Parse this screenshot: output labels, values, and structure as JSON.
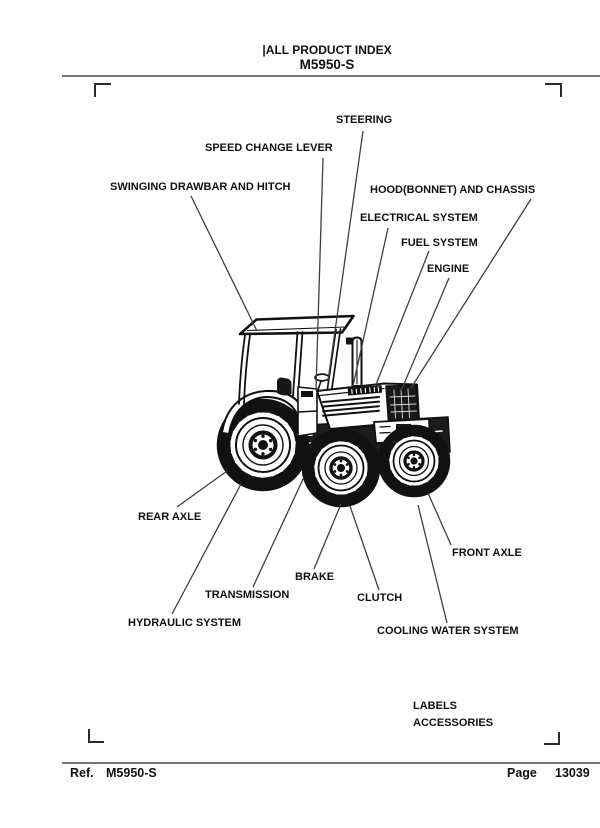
{
  "header": {
    "index_title": "|ALL PRODUCT INDEX",
    "model": "M5950-S"
  },
  "callouts": {
    "steering": "STEERING",
    "speed_change_lever": "SPEED CHANGE LEVER",
    "swinging_drawbar_and_hitch": "SWINGING DRAWBAR AND HITCH",
    "hood_bonnet_and_chassis": "HOOD(BONNET) AND CHASSIS",
    "electrical_system": "ELECTRICAL SYSTEM",
    "fuel_system": "FUEL SYSTEM",
    "engine": "ENGINE",
    "rear_axle": "REAR AXLE",
    "front_axle": "FRONT AXLE",
    "brake": "BRAKE",
    "transmission": "TRANSMISSION",
    "clutch": "CLUTCH",
    "hydraulic_system": "HYDRAULIC SYSTEM",
    "cooling_water_system": "COOLING WATER SYSTEM",
    "labels": "LABELS",
    "accessories": "ACCESSORIES"
  },
  "footer": {
    "ref_label": "Ref.",
    "ref_value": "M5950-S",
    "page_label": "Page",
    "page_number": "13039"
  },
  "illustration": {
    "description": "Line drawing of Kubota M5950-S tractor with ROPS canopy, three-quarter front view"
  },
  "colors": {
    "text": "#111111",
    "rule": "#757575",
    "callout_line": "#3f3f3f",
    "drawing_ink": "#111111"
  }
}
